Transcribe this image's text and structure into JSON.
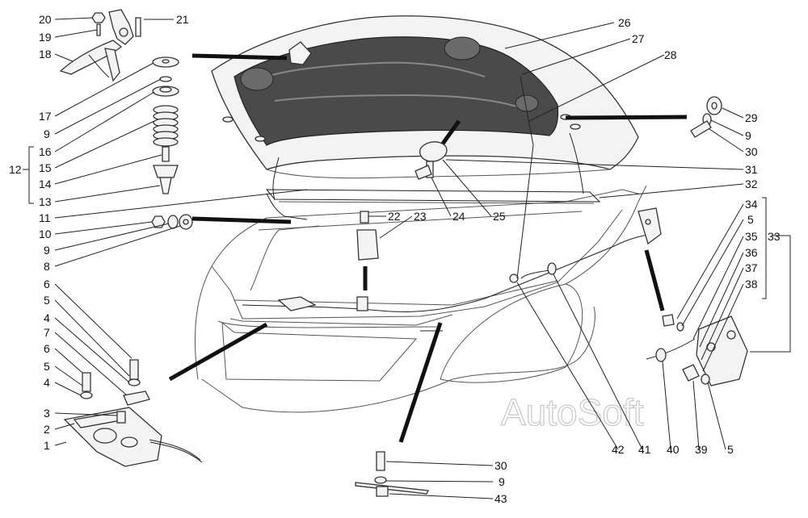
{
  "watermark": "AutoSoft",
  "callouts": [
    {
      "id": "20",
      "text": "20"
    },
    {
      "id": "19",
      "text": "19"
    },
    {
      "id": "21",
      "text": "21"
    },
    {
      "id": "18",
      "text": "18"
    },
    {
      "id": "17",
      "text": "17"
    },
    {
      "id": "9a",
      "text": "9"
    },
    {
      "id": "16",
      "text": "16"
    },
    {
      "id": "12",
      "text": "12"
    },
    {
      "id": "15",
      "text": "15"
    },
    {
      "id": "14",
      "text": "14"
    },
    {
      "id": "13",
      "text": "13"
    },
    {
      "id": "11",
      "text": "11"
    },
    {
      "id": "10",
      "text": "10"
    },
    {
      "id": "9b",
      "text": "9"
    },
    {
      "id": "8",
      "text": "8"
    },
    {
      "id": "6a",
      "text": "6"
    },
    {
      "id": "5a",
      "text": "5"
    },
    {
      "id": "4a",
      "text": "4"
    },
    {
      "id": "7",
      "text": "7"
    },
    {
      "id": "6b",
      "text": "6"
    },
    {
      "id": "5b",
      "text": "5"
    },
    {
      "id": "4b",
      "text": "4"
    },
    {
      "id": "3",
      "text": "3"
    },
    {
      "id": "2",
      "text": "2"
    },
    {
      "id": "1",
      "text": "1"
    },
    {
      "id": "26",
      "text": "26"
    },
    {
      "id": "27",
      "text": "27"
    },
    {
      "id": "28",
      "text": "28"
    },
    {
      "id": "29",
      "text": "29"
    },
    {
      "id": "9c",
      "text": "9"
    },
    {
      "id": "30a",
      "text": "30"
    },
    {
      "id": "31",
      "text": "31"
    },
    {
      "id": "32",
      "text": "32"
    },
    {
      "id": "22",
      "text": "22"
    },
    {
      "id": "23",
      "text": "23"
    },
    {
      "id": "24",
      "text": "24"
    },
    {
      "id": "25",
      "text": "25"
    },
    {
      "id": "34",
      "text": "34"
    },
    {
      "id": "5c",
      "text": "5"
    },
    {
      "id": "35",
      "text": "35"
    },
    {
      "id": "33",
      "text": "33"
    },
    {
      "id": "36",
      "text": "36"
    },
    {
      "id": "37",
      "text": "37"
    },
    {
      "id": "38",
      "text": "38"
    },
    {
      "id": "42",
      "text": "42"
    },
    {
      "id": "41",
      "text": "41"
    },
    {
      "id": "40",
      "text": "40"
    },
    {
      "id": "39",
      "text": "39"
    },
    {
      "id": "5d",
      "text": "5"
    },
    {
      "id": "30b",
      "text": "30"
    },
    {
      "id": "9d",
      "text": "9"
    },
    {
      "id": "43",
      "text": "43"
    }
  ]
}
